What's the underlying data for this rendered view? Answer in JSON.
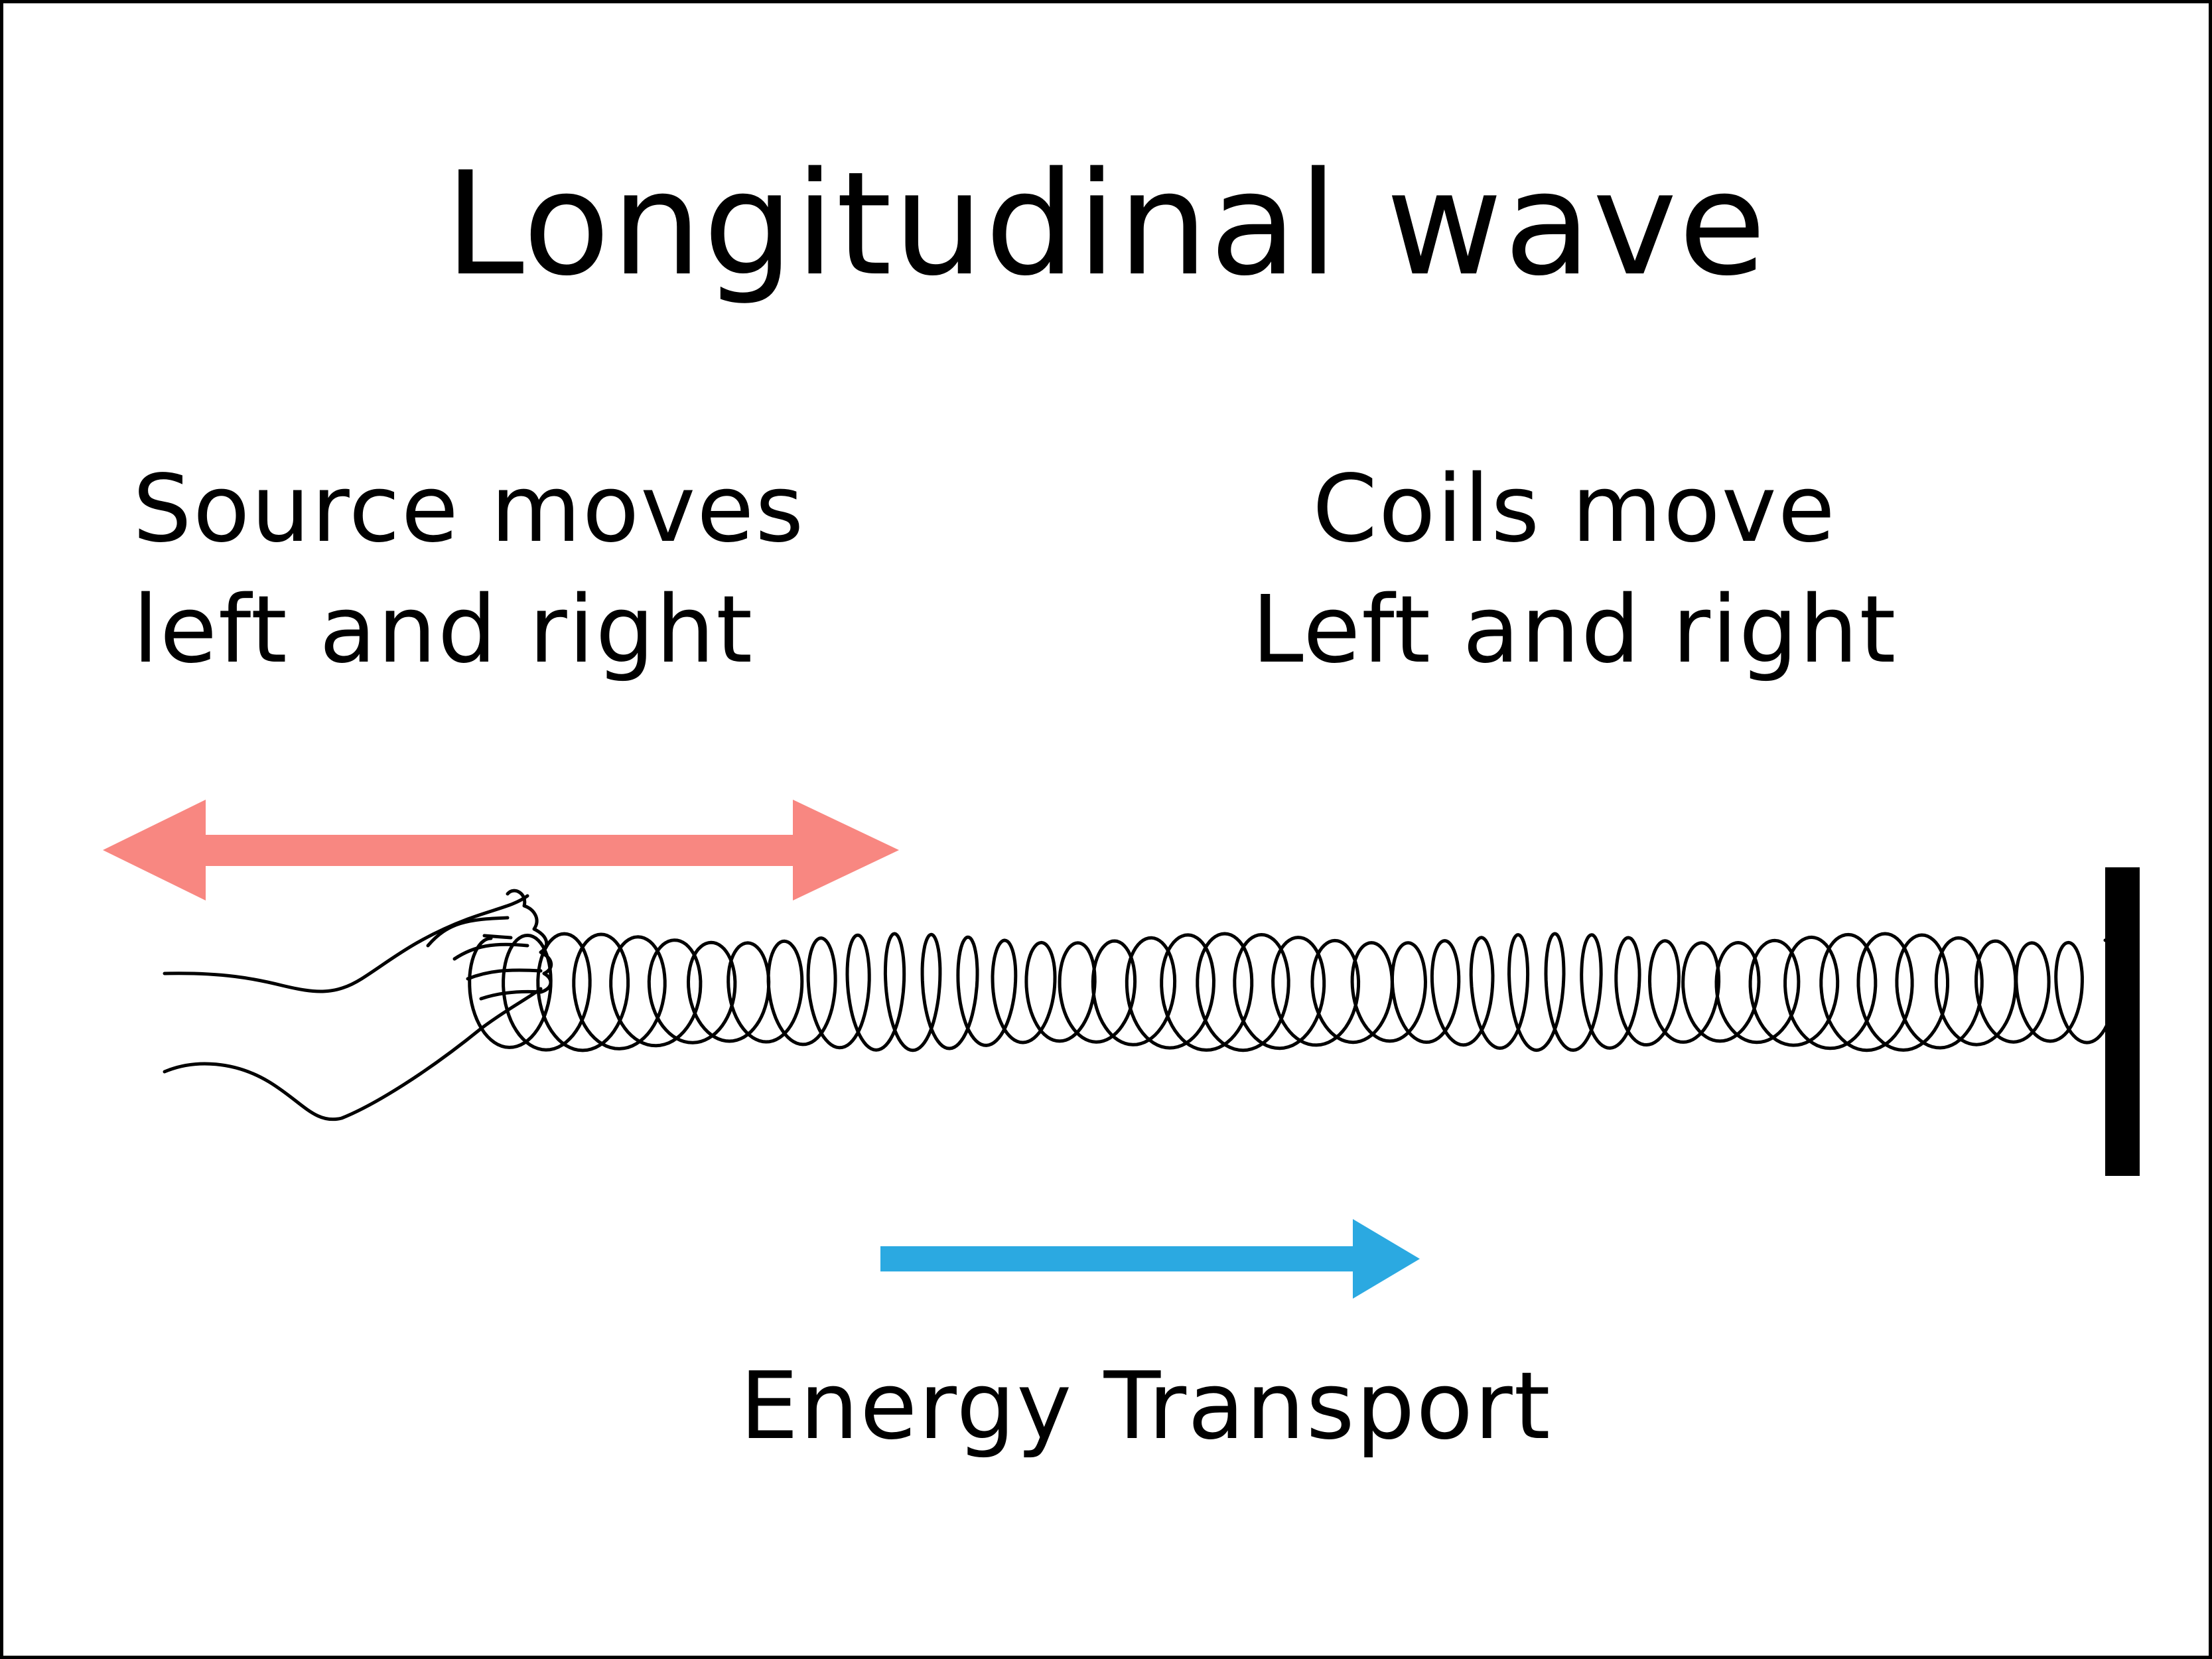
{
  "title": "Longitudinal wave",
  "source_caption": {
    "line1": "Source moves",
    "line2": "left and right"
  },
  "coils_caption": {
    "line1": "Coils move",
    "line2": "Left and right"
  },
  "energy_label": "Energy Transport",
  "colors": {
    "source_arrow": "#f88781",
    "energy_arrow": "#2ba9e1",
    "ink": "#000000",
    "background": "#ffffff"
  },
  "icons": {
    "hand": "hand-icon",
    "spring": "slinky-spring-icon",
    "wall": "wall-icon"
  }
}
